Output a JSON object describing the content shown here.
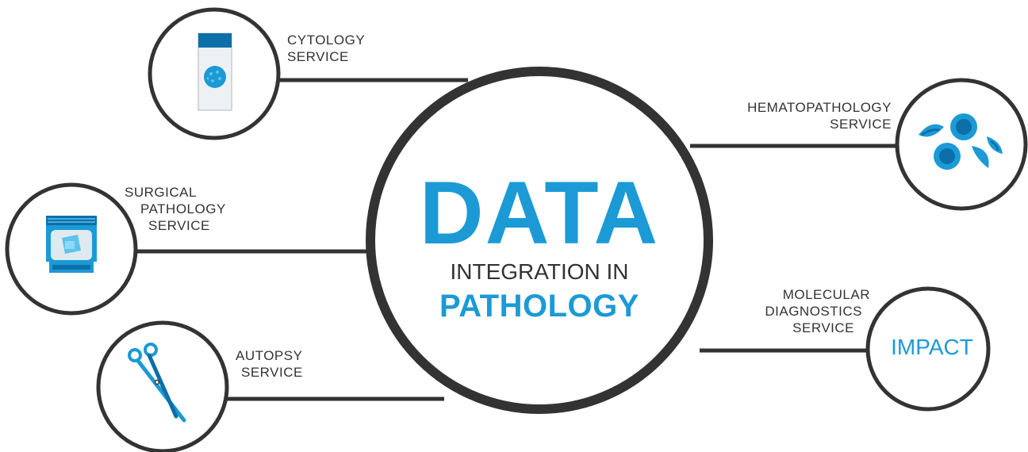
{
  "center": {
    "line1": "DATA",
    "line2": "INTEGRATION IN",
    "line3": "PATHOLOGY"
  },
  "nodes": {
    "cytology": {
      "label": [
        "CYTOLOGY",
        "SERVICE"
      ],
      "icon": "slide-vial-icon"
    },
    "surgical": {
      "label": [
        "SURGICAL",
        "PATHOLOGY",
        "SERVICE"
      ],
      "icon": "tissue-cassette-icon"
    },
    "autopsy": {
      "label": [
        "AUTOPSY",
        "SERVICE"
      ],
      "icon": "surgical-scissors-icon"
    },
    "hematopathology": {
      "label": [
        "HEMATOPATHOLOGY",
        "SERVICE"
      ],
      "icon": "blood-cells-icon"
    },
    "molecular": {
      "label": [
        "MOLECULAR",
        "DIAGNOSTICS",
        "SERVICE"
      ],
      "icon_text": "IMPACT"
    }
  },
  "colors": {
    "accent": "#1b9ad6",
    "accent_dark": "#0d6fa8",
    "accent_light": "#5cc3ec",
    "outline": "#333333",
    "text": "#333333"
  }
}
